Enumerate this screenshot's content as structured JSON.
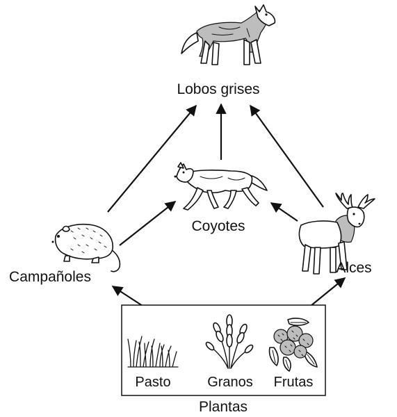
{
  "nodes": {
    "wolves": "Lobos grises",
    "coyotes": "Coyotes",
    "voles": "Campañoles",
    "moose": "Alces",
    "plants": "Plantas"
  },
  "plants": {
    "grass": "Pasto",
    "grains": "Granos",
    "fruits": "Frutas"
  },
  "icons": {
    "wolf": "gray-wolf-icon",
    "coyote": "coyote-icon",
    "vole": "vole-icon",
    "moose": "moose-icon",
    "grass": "grass-icon",
    "grain": "wheat-icon",
    "fruit": "berries-icon"
  }
}
